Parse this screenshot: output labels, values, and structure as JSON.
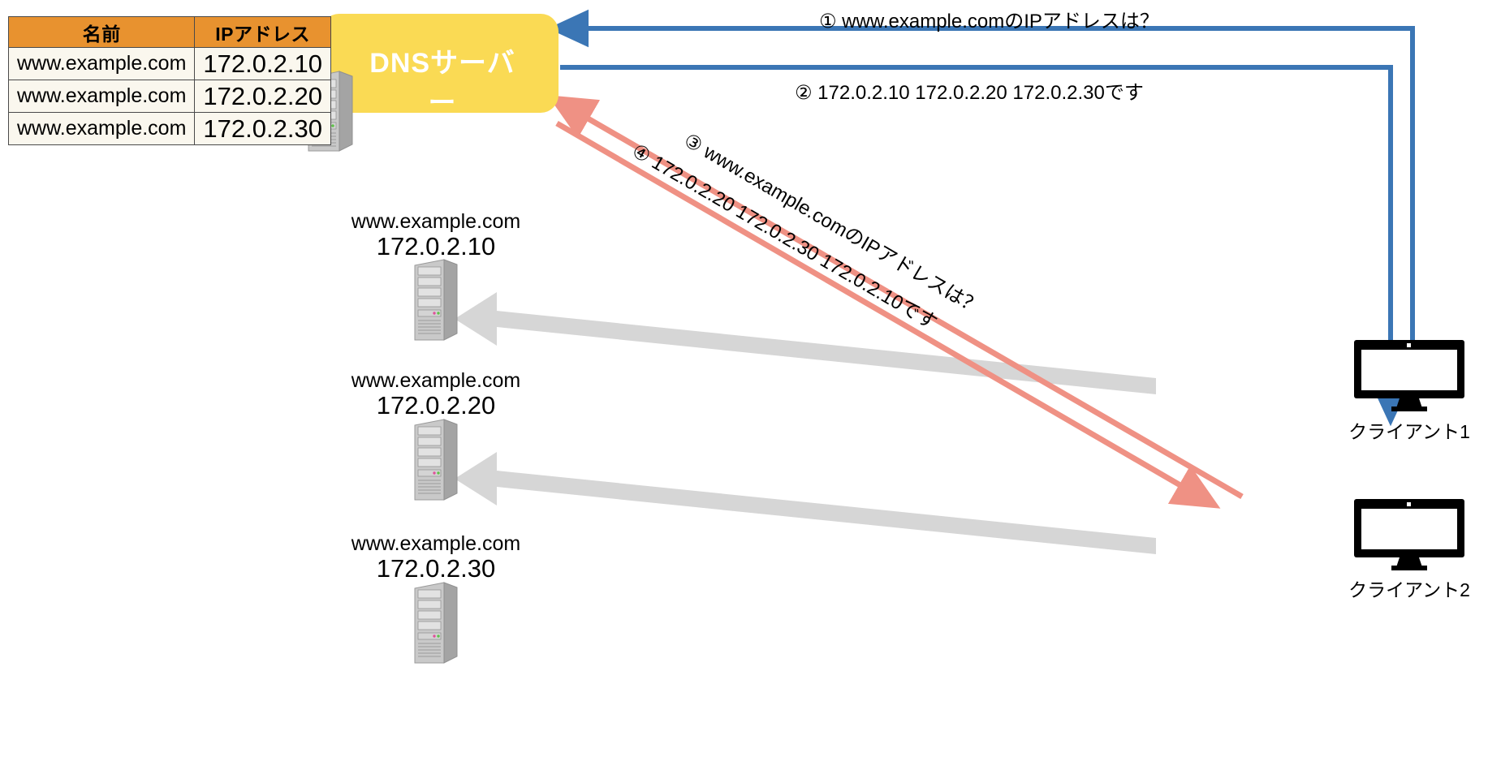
{
  "table": {
    "name": "dns-record-table",
    "headers": [
      "名前",
      "IPアドレス"
    ],
    "rows": [
      {
        "name": "www.example.com",
        "ip": "172.0.2.10"
      },
      {
        "name": "www.example.com",
        "ip": "172.0.2.20"
      },
      {
        "name": "www.example.com",
        "ip": "172.0.2.30"
      }
    ]
  },
  "dns_server": {
    "label": "DNSサーバー",
    "panel_color": "#fada54",
    "label_color": "#ffffff"
  },
  "web_servers": [
    {
      "host": "www.example.com",
      "ip": "172.0.2.10"
    },
    {
      "host": "www.example.com",
      "ip": "172.0.2.20"
    },
    {
      "host": "www.example.com",
      "ip": "172.0.2.30"
    }
  ],
  "clients": [
    {
      "label": "クライアント1"
    },
    {
      "label": "クライアント2"
    }
  ],
  "flows": [
    {
      "id": "1",
      "text": "① www.example.comのIPアドレスは？",
      "color": "#3b76b5"
    },
    {
      "id": "2",
      "text": "② 172.0.2.10 172.0.2.20 172.0.2.30です",
      "color": "#3b76b5"
    },
    {
      "id": "3",
      "text": "③ www.example.comのIPアドレスは？",
      "color": "#ef9184"
    },
    {
      "id": "4",
      "text": "④ 172.0.2.20 172.0.2.30 172.0.2.10です",
      "color": "#ef9184"
    }
  ],
  "colors": {
    "header_orange": "#e8922f",
    "cell_cream": "#faf7ee",
    "dns_yellow": "#fada54",
    "blue_arrow": "#3b76b5",
    "red_arrow": "#ef9184",
    "gray_arrow": "#d6d6d6",
    "tower_gray": "#b9b9b9"
  }
}
